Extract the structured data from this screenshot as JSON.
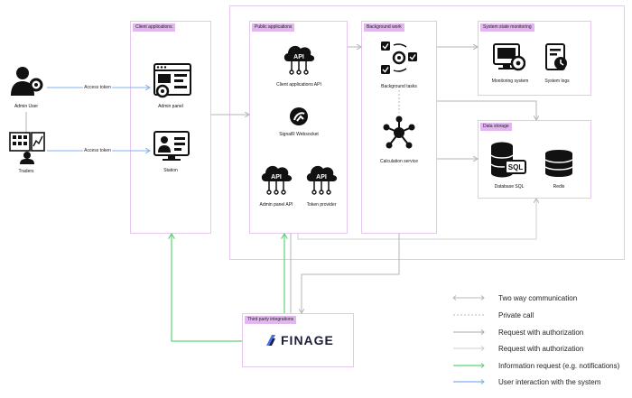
{
  "nodes": {
    "admin_user": "Admin User",
    "traders": "Traders",
    "access_token_1": "Access token",
    "access_token_2": "Access token",
    "admin_panel": "Admin panel",
    "station": "Station",
    "client_api": "Client applications API",
    "signalr": "SignalR Websocket",
    "admin_panel_api": "Admin panel API",
    "token_provider": "Token provider",
    "background_tasks": "Background tasks",
    "calculation_service": "Calculation service",
    "monitoring_system": "Monitoring system",
    "system_logs": "System logs",
    "database_sql": "Database SQL",
    "redis": "Redis",
    "api_text": "API",
    "sql_text": "SQL"
  },
  "groups": {
    "client_applications": "Client applications",
    "public_applications": "Public applications",
    "background_work": "Background work",
    "system_state_monitoring": "System state monitoring",
    "data_storage": "Data storage",
    "third_party": "Third party integrations"
  },
  "finage_logo": "FINAGE",
  "legend": [
    {
      "label": "Two way communication",
      "style": "two-way",
      "color": "#b8b8b8"
    },
    {
      "label": "Private call",
      "style": "dashed",
      "color": "#b8b8b8"
    },
    {
      "label": "Request with authorization",
      "style": "arrow",
      "color": "#a9a9a9"
    },
    {
      "label": "Request with authorization",
      "style": "arrow-light",
      "color": "#cfcfcf"
    },
    {
      "label": "Information request (e.g. notifications)",
      "style": "arrow",
      "color": "#5cd27a"
    },
    {
      "label": "User interaction with the system",
      "style": "arrow",
      "color": "#7fb0ef"
    }
  ],
  "colors": {
    "group_border": "#e6c8ee",
    "group_tag": "#e3b6f1",
    "outer_border": "#e6c8ee",
    "green": "#5cd27a",
    "blue": "#7fb0ef",
    "gray": "#b5b5b5"
  }
}
